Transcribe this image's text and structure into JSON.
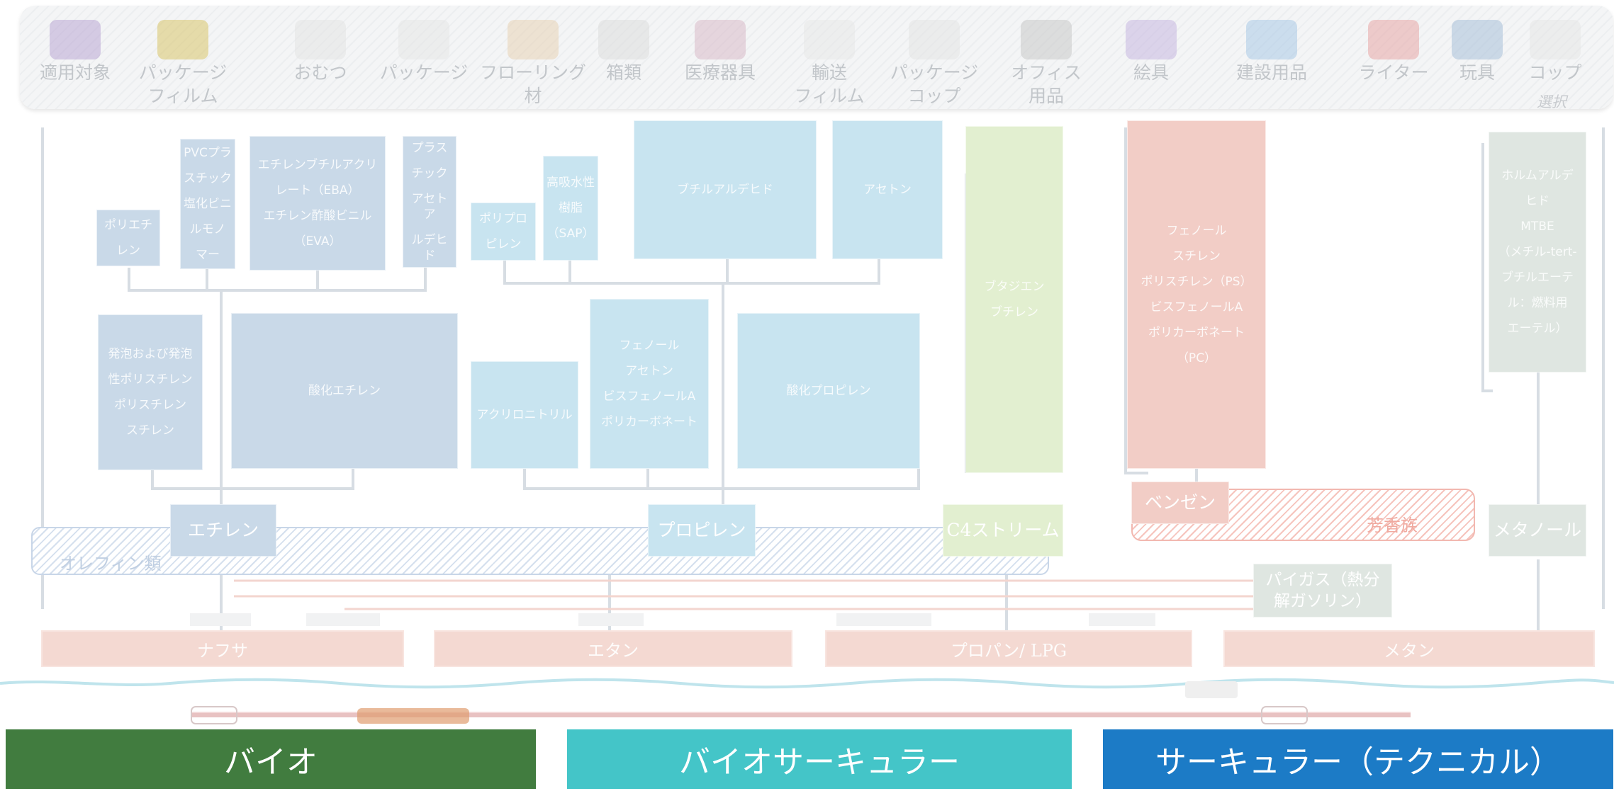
{
  "applications": {
    "items": [
      {
        "label": "適用対象",
        "color": "#b9a6d4"
      },
      {
        "label": "パッケージ\nフィルム",
        "color": "#d9c46a"
      },
      {
        "label": "おむつ",
        "color": "#e3e3e3"
      },
      {
        "label": "パッケージ",
        "color": "#e6e6e6"
      },
      {
        "label": "フローリング材",
        "color": "#e8d2b5"
      },
      {
        "label": "箱類",
        "color": "#dcdcdc"
      },
      {
        "label": "医療器具",
        "color": "#d8b9c8"
      },
      {
        "label": "輸送\nフィルム",
        "color": "#e8e8e8"
      },
      {
        "label": "パッケージ\nコップ",
        "color": "#e4e4e4"
      },
      {
        "label": "オフィス\n用品",
        "color": "#c9c9c9"
      },
      {
        "label": "絵具",
        "color": "#c7b6e0"
      },
      {
        "label": "建設用品",
        "color": "#a9c9e6"
      },
      {
        "label": "ライター",
        "color": "#e8a5a5"
      },
      {
        "label": "玩具",
        "color": "#a7bfd9"
      },
      {
        "label": "コップ",
        "color": "#e6e6e6"
      }
    ],
    "selection_note": "選択"
  },
  "olefins": {
    "group_label": "オレフィン類",
    "ethylene": {
      "hub": "エチレン",
      "products_top": [
        {
          "lines": [
            "ポリエチ",
            "レン"
          ]
        },
        {
          "lines": [
            "PVCプラ",
            "スチック",
            "塩化ビニ",
            "ルモノ",
            "マー"
          ]
        },
        {
          "lines": [
            "エチレンブチルアクリ",
            "レート（EBA）",
            "エチレン酢酸ビニル",
            "（EVA）"
          ]
        },
        {
          "lines": [
            "プラス",
            "チック",
            "アセトア",
            "ルデヒド"
          ]
        }
      ],
      "products_bottom": [
        {
          "lines": [
            "発泡および発泡",
            "性ポリスチレン",
            "ポリスチレン",
            "スチレン"
          ]
        },
        {
          "lines": [
            "酸化エチレン"
          ]
        }
      ]
    },
    "propylene": {
      "hub": "プロピレン",
      "products_top": [
        {
          "lines": [
            "ポリプロ",
            "ピレン"
          ]
        },
        {
          "lines": [
            "高吸水性",
            "樹脂",
            "（SAP）"
          ]
        },
        {
          "lines": [
            "ブチルアルデヒド"
          ]
        },
        {
          "lines": [
            "アセトン"
          ]
        }
      ],
      "products_bottom": [
        {
          "lines": [
            "アクリロニトリル"
          ]
        },
        {
          "lines": [
            "フェノール",
            "アセトン",
            "ビスフェノールA",
            "ポリカーボネート"
          ]
        },
        {
          "lines": [
            "酸化プロピレン"
          ]
        }
      ]
    },
    "c4": {
      "hub": "C4ストリーム",
      "products": {
        "lines": [
          "ブタジエン",
          "ブチレン"
        ]
      }
    }
  },
  "aromatics": {
    "group_label": "芳香族",
    "benzene": "ベンゼン",
    "products": {
      "lines": [
        "フェノール",
        "スチレン",
        "ポリスチレン（PS）",
        "ビスフェノールA",
        "ポリカーボネート",
        "（PC）"
      ]
    }
  },
  "methanol": {
    "hub": "メタノール",
    "products": {
      "lines": [
        "ホルムアルデ",
        "ヒド",
        "MTBE",
        "（メチル-tert-",
        "ブチルエーテ",
        "ル：燃料用",
        "エーテル）"
      ]
    }
  },
  "pygas": "パイガス（熱分\n解ガソリン）",
  "feedstocks": [
    "ナフサ",
    "エタン",
    "プロパン/ LPG",
    "メタン"
  ],
  "bands": [
    {
      "label": "バイオ",
      "color": "#417c3f"
    },
    {
      "label": "バイオサーキュラー",
      "color": "#44c5c8"
    },
    {
      "label": "サーキュラー（テクニカル）",
      "color": "#1c7bc6"
    }
  ]
}
